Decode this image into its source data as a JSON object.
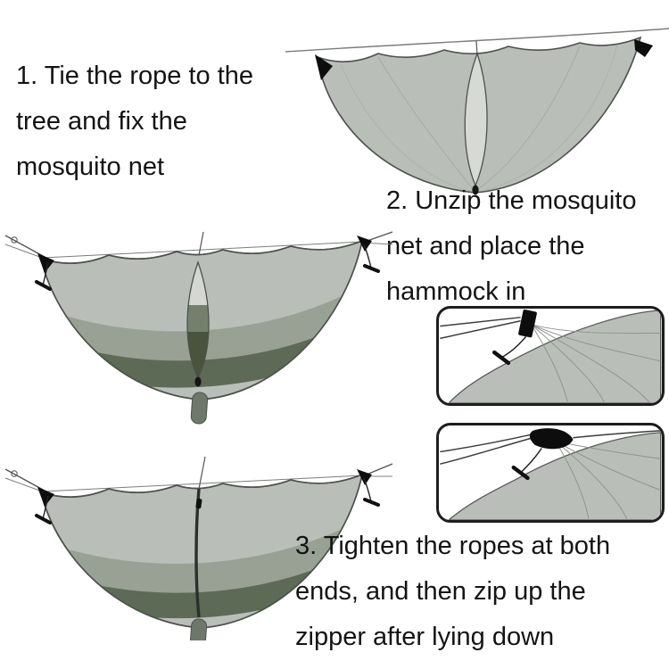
{
  "steps": {
    "step1": {
      "lines": [
        "1. Tie the rope to the",
        "tree and fix the",
        "mosquito net"
      ]
    },
    "step2": {
      "lines": [
        "2. Unzip the mosquito",
        "net and place the",
        "hammock in"
      ]
    },
    "step3": {
      "lines": [
        "3. Tighten the ropes at both",
        "ends, and then zip up the",
        "zipper after lying down"
      ]
    }
  },
  "figures": {
    "fig1": {
      "name": "mosquito-net-hung-and-unzipped"
    },
    "fig2": {
      "name": "hammock-placed-inside-unzipped-net"
    },
    "fig3": {
      "name": "net-zipped-up-with-hammock-inside"
    },
    "inset1": {
      "name": "rope-attachment-detail-upper"
    },
    "inset2": {
      "name": "rope-knot-detail-lower"
    }
  },
  "palette": {
    "background": "#ffffff",
    "text": "#141414",
    "net_fill": "#b9beb8",
    "net_outline": "#4d524d",
    "opening_fill": "#d5d8d3",
    "hammock_near": "#98a193",
    "hammock_far": "#5d6a55",
    "hammock_inside_dark": "#49543f",
    "tail": "#6d786a",
    "hardware_black": "#0d0d0d"
  }
}
